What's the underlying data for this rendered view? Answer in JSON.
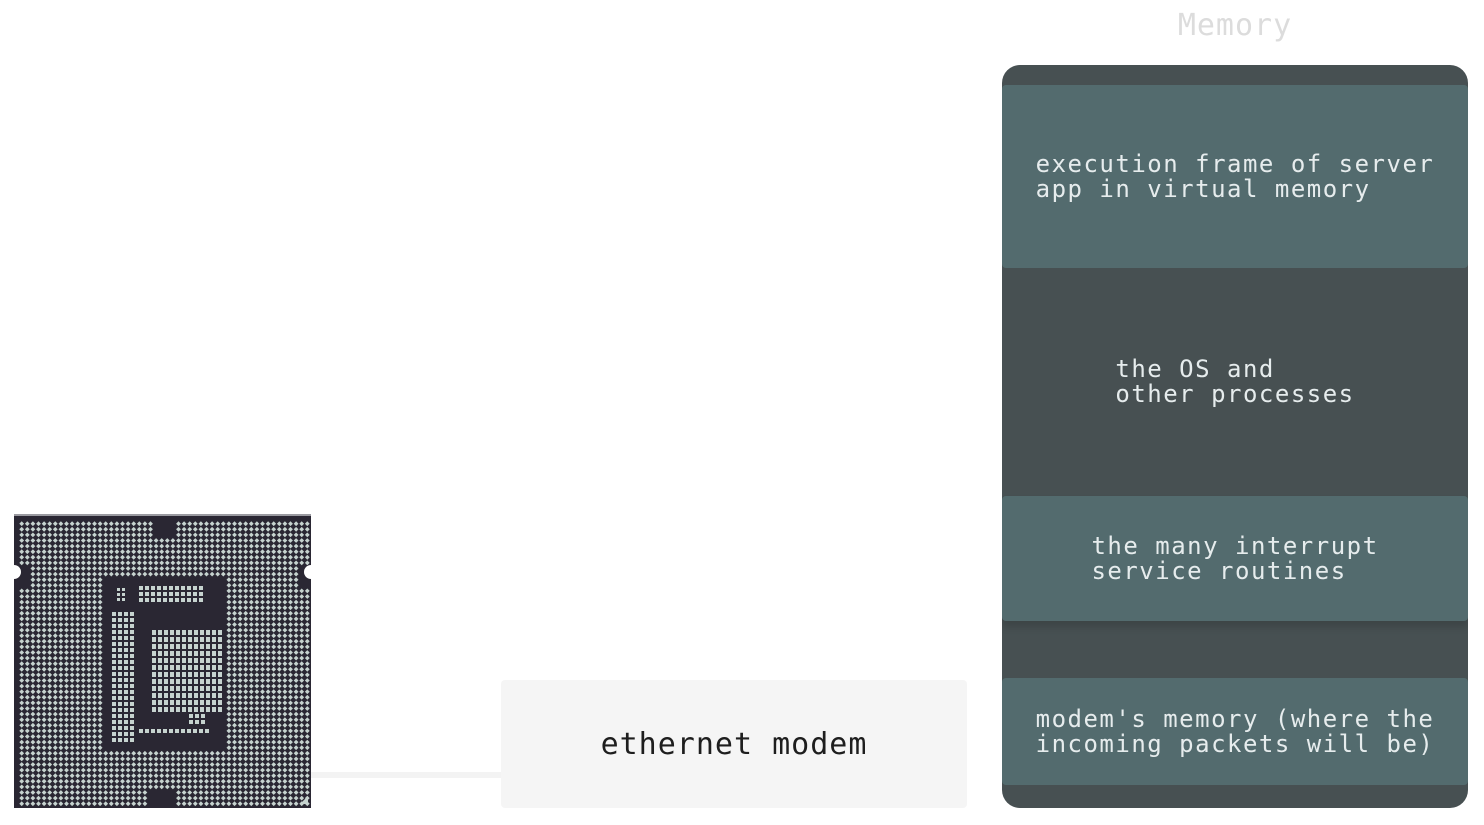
{
  "memory": {
    "title": "Memory",
    "blocks": [
      {
        "id": "exec",
        "text": "execution frame of server\napp in virtual memory"
      },
      {
        "id": "os",
        "text": "the OS and\nother processes"
      },
      {
        "id": "isr",
        "text": "the many interrupt\nservice routines"
      },
      {
        "id": "modem_mem",
        "text": "modem's memory (where the\nincoming packets will be)"
      }
    ]
  },
  "modem": {
    "label": "ethernet modem"
  },
  "cpu": {
    "icon": "cpu-chip-icon"
  },
  "colors": {
    "panel": "#475052",
    "block": "#536b6e",
    "modem_bg": "#f5f5f5",
    "chip_bg": "#2a2733",
    "chip_pin": "#c6d3cf"
  }
}
